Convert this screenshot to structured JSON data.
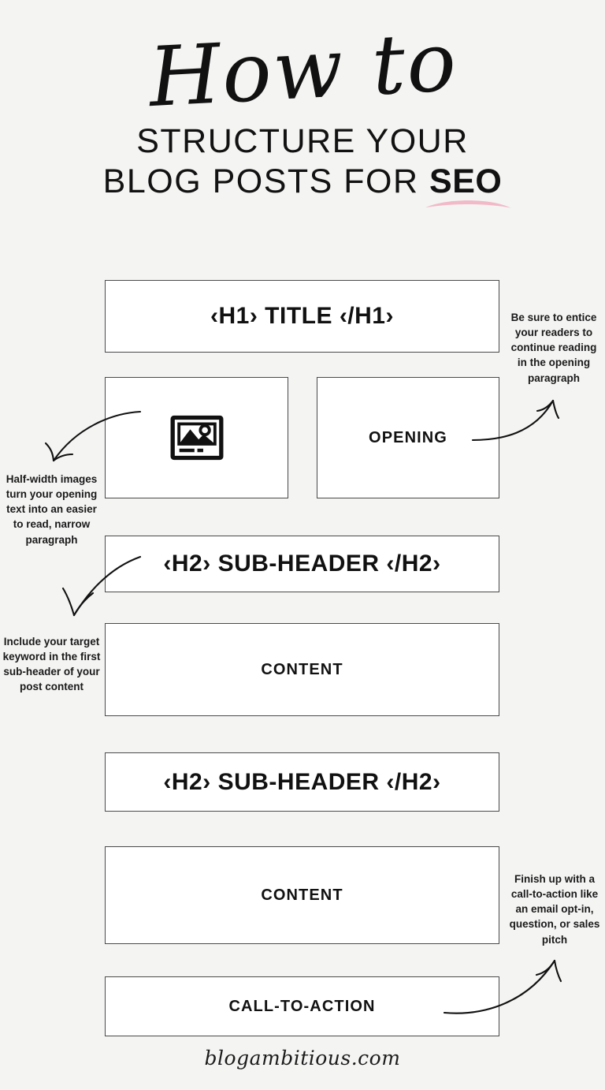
{
  "background_color": "#f4f4f3",
  "accent_color": "#f2b9c8",
  "box_border_color": "#4a4a4a",
  "header": {
    "script_title": "How to",
    "headline_line1": "STRUCTURE YOUR",
    "headline_line2_prefix": "BLOG POSTS FOR ",
    "headline_highlight": "SEO"
  },
  "diagram": {
    "blocks": [
      {
        "id": "h1",
        "label": "‹H1› TITLE ‹/H1›",
        "style": "tag"
      },
      {
        "id": "image",
        "label": "",
        "style": "icon",
        "icon": "image-placeholder-icon"
      },
      {
        "id": "opening",
        "label": "OPENING",
        "style": "plain"
      },
      {
        "id": "h2-a",
        "label": "‹H2› SUB-HEADER ‹/H2›",
        "style": "tag"
      },
      {
        "id": "content-a",
        "label": "CONTENT",
        "style": "plain"
      },
      {
        "id": "h2-b",
        "label": "‹H2› SUB-HEADER ‹/H2›",
        "style": "tag"
      },
      {
        "id": "content-b",
        "label": "CONTENT",
        "style": "plain"
      },
      {
        "id": "cta",
        "label": "CALL-TO-ACTION",
        "style": "plain"
      }
    ]
  },
  "annotations": {
    "opening": "Be sure to entice your readers to continue reading in the opening paragraph",
    "image": "Half-width images turn your opening text into an easier to read, narrow paragraph",
    "keyword": "Include your target keyword in the first sub-header of your post content",
    "cta": "Finish up with a call-to-action like an email opt-in, question, or sales pitch"
  },
  "footer": {
    "site": "blogambitious.com"
  }
}
